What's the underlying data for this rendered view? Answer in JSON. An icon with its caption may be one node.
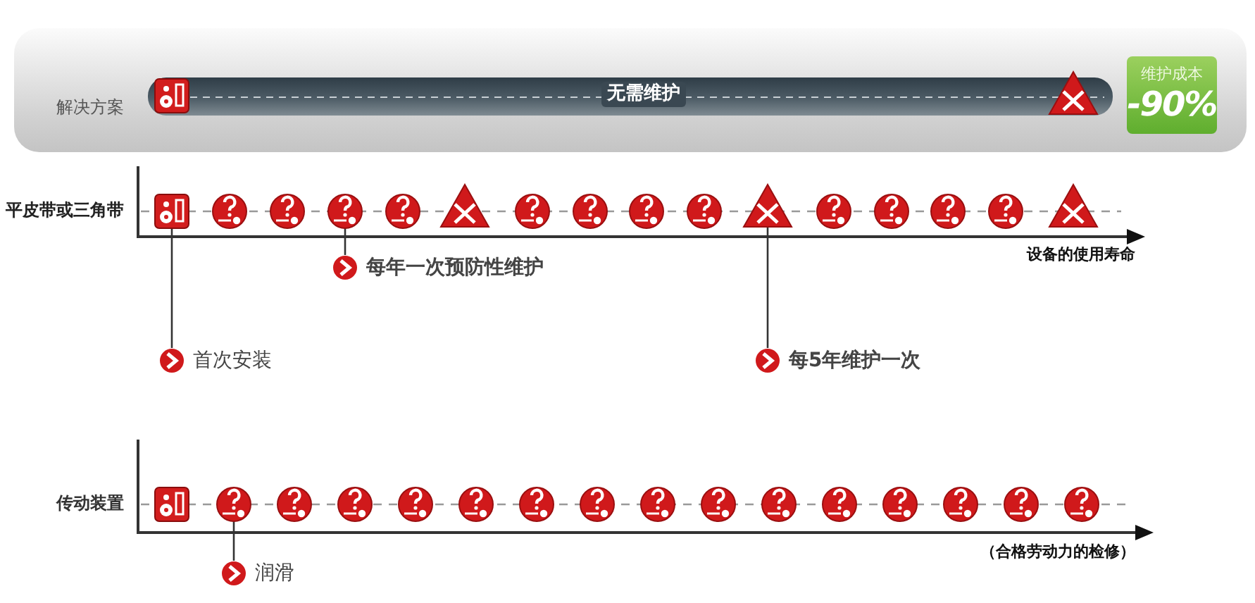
{
  "diagram": {
    "nodes": [
      {
        "text": [
          "无需维护"
        ]
      },
      {
        "text": [
          "维护成本",
          "-90%"
        ]
      },
      {
        "text": [
          "首次安装"
        ]
      },
      {
        "text": [],
        "shape": "picture"
      },
      {
        "text": [
          "每年一次预防性维护"
        ]
      },
      {
        "text": [],
        "shape": "picture"
      },
      {
        "text": [
          "每5年维护一次"
        ]
      },
      {
        "text": [],
        "shape": "picture"
      },
      {
        "text": [
          "润滑"
        ]
      },
      {
        "text": [],
        "shape": "picture"
      }
    ],
    "edges": [
      {
        "from": 2,
        "to": 3,
        "arrow": "none"
      },
      {
        "from": 4,
        "to": 5,
        "arrow": "none"
      },
      {
        "from": 6,
        "to": 7,
        "arrow": "none"
      },
      {
        "from": 8,
        "to": 9,
        "arrow": "none"
      }
    ],
    "labels": [
      "解决方案",
      "平皮带或三角带",
      "设备的使用寿命",
      "传动装置",
      "（合格劳动力的检修）"
    ]
  }
}
